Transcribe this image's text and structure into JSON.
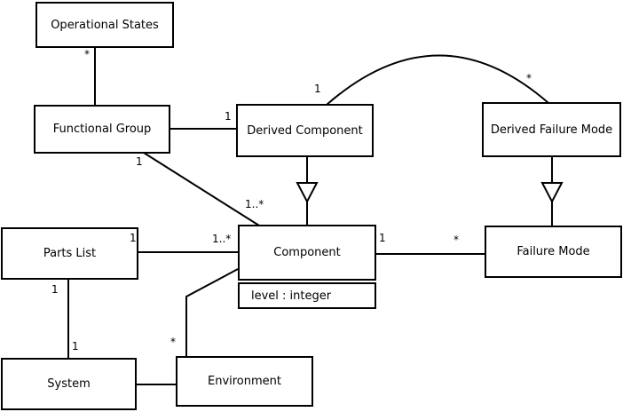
{
  "diagram": {
    "type": "uml-class-diagram",
    "colors": {
      "background": "#ffffff",
      "stroke": "#000000",
      "text": "#000000"
    },
    "nodes": [
      {
        "id": "operational-states",
        "label": "Operational States"
      },
      {
        "id": "functional-group",
        "label": "Functional Group"
      },
      {
        "id": "derived-component",
        "label": "Derived Component"
      },
      {
        "id": "derived-failure-mode",
        "label": "Derived Failure Mode"
      },
      {
        "id": "parts-list",
        "label": "Parts List"
      },
      {
        "id": "component",
        "label": "Component",
        "attributes": [
          "level : integer"
        ]
      },
      {
        "id": "failure-mode",
        "label": "Failure Mode"
      },
      {
        "id": "system",
        "label": "System"
      },
      {
        "id": "environment",
        "label": "Environment"
      }
    ],
    "edges": [
      {
        "id": "operational-states--functional-group",
        "from": "operational-states",
        "to": "functional-group",
        "kind": "association",
        "labels": [
          {
            "text": "*",
            "near": "operational-states"
          }
        ]
      },
      {
        "id": "functional-group--derived-component",
        "from": "functional-group",
        "to": "derived-component",
        "kind": "association",
        "labels": [
          {
            "text": "1",
            "near": "derived-component"
          }
        ]
      },
      {
        "id": "derived-component--derived-failure-mode",
        "from": "derived-component",
        "to": "derived-failure-mode",
        "kind": "association-arc",
        "labels": [
          {
            "text": "1",
            "near": "derived-component"
          },
          {
            "text": "*",
            "near": "derived-failure-mode"
          }
        ]
      },
      {
        "id": "functional-group--component",
        "from": "functional-group",
        "to": "component",
        "kind": "association",
        "labels": [
          {
            "text": "1",
            "near": "functional-group"
          },
          {
            "text": "1..*",
            "near": "component"
          }
        ]
      },
      {
        "id": "parts-list--component",
        "from": "parts-list",
        "to": "component",
        "kind": "association",
        "labels": [
          {
            "text": "1",
            "near": "parts-list"
          },
          {
            "text": "1..*",
            "near": "component"
          }
        ]
      },
      {
        "id": "component--failure-mode",
        "from": "component",
        "to": "failure-mode",
        "kind": "association",
        "labels": [
          {
            "text": "1",
            "near": "component"
          },
          {
            "text": "*",
            "near": "failure-mode"
          }
        ]
      },
      {
        "id": "parts-list--system",
        "from": "parts-list",
        "to": "system",
        "kind": "association",
        "labels": [
          {
            "text": "1",
            "near": "parts-list"
          },
          {
            "text": "1",
            "near": "system"
          }
        ]
      },
      {
        "id": "system--environment",
        "from": "system",
        "to": "environment",
        "kind": "association",
        "labels": []
      },
      {
        "id": "environment--component",
        "from": "environment",
        "to": "component",
        "kind": "association",
        "labels": [
          {
            "text": "*",
            "near": "environment"
          }
        ]
      },
      {
        "id": "derived-component--component-generalization",
        "from": "derived-component",
        "to": "component",
        "kind": "generalization",
        "labels": []
      },
      {
        "id": "derived-failure-mode--failure-mode-generalization",
        "from": "derived-failure-mode",
        "to": "failure-mode",
        "kind": "generalization",
        "labels": []
      }
    ]
  }
}
